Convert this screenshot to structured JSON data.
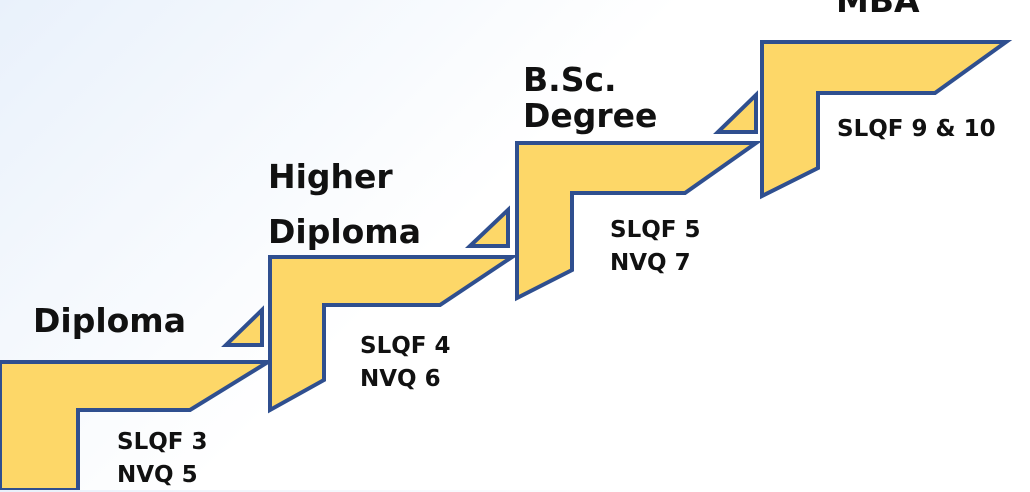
{
  "steps": [
    {
      "title": [
        "Diploma"
      ],
      "codes": [
        "SLQF 3",
        "NVQ 5"
      ]
    },
    {
      "title": [
        "Higher",
        "Diploma"
      ],
      "codes": [
        "SLQF 4",
        "NVQ 6"
      ]
    },
    {
      "title": [
        "B.Sc.",
        "Degree"
      ],
      "codes": [
        "SLQF 5",
        "NVQ 7"
      ]
    },
    {
      "title": [
        "MBA"
      ],
      "codes": [
        "SLQF 9 & 10"
      ]
    }
  ],
  "colors": {
    "fill": "#fdd768",
    "stroke": "#2f4f8f",
    "text": "#111111"
  }
}
